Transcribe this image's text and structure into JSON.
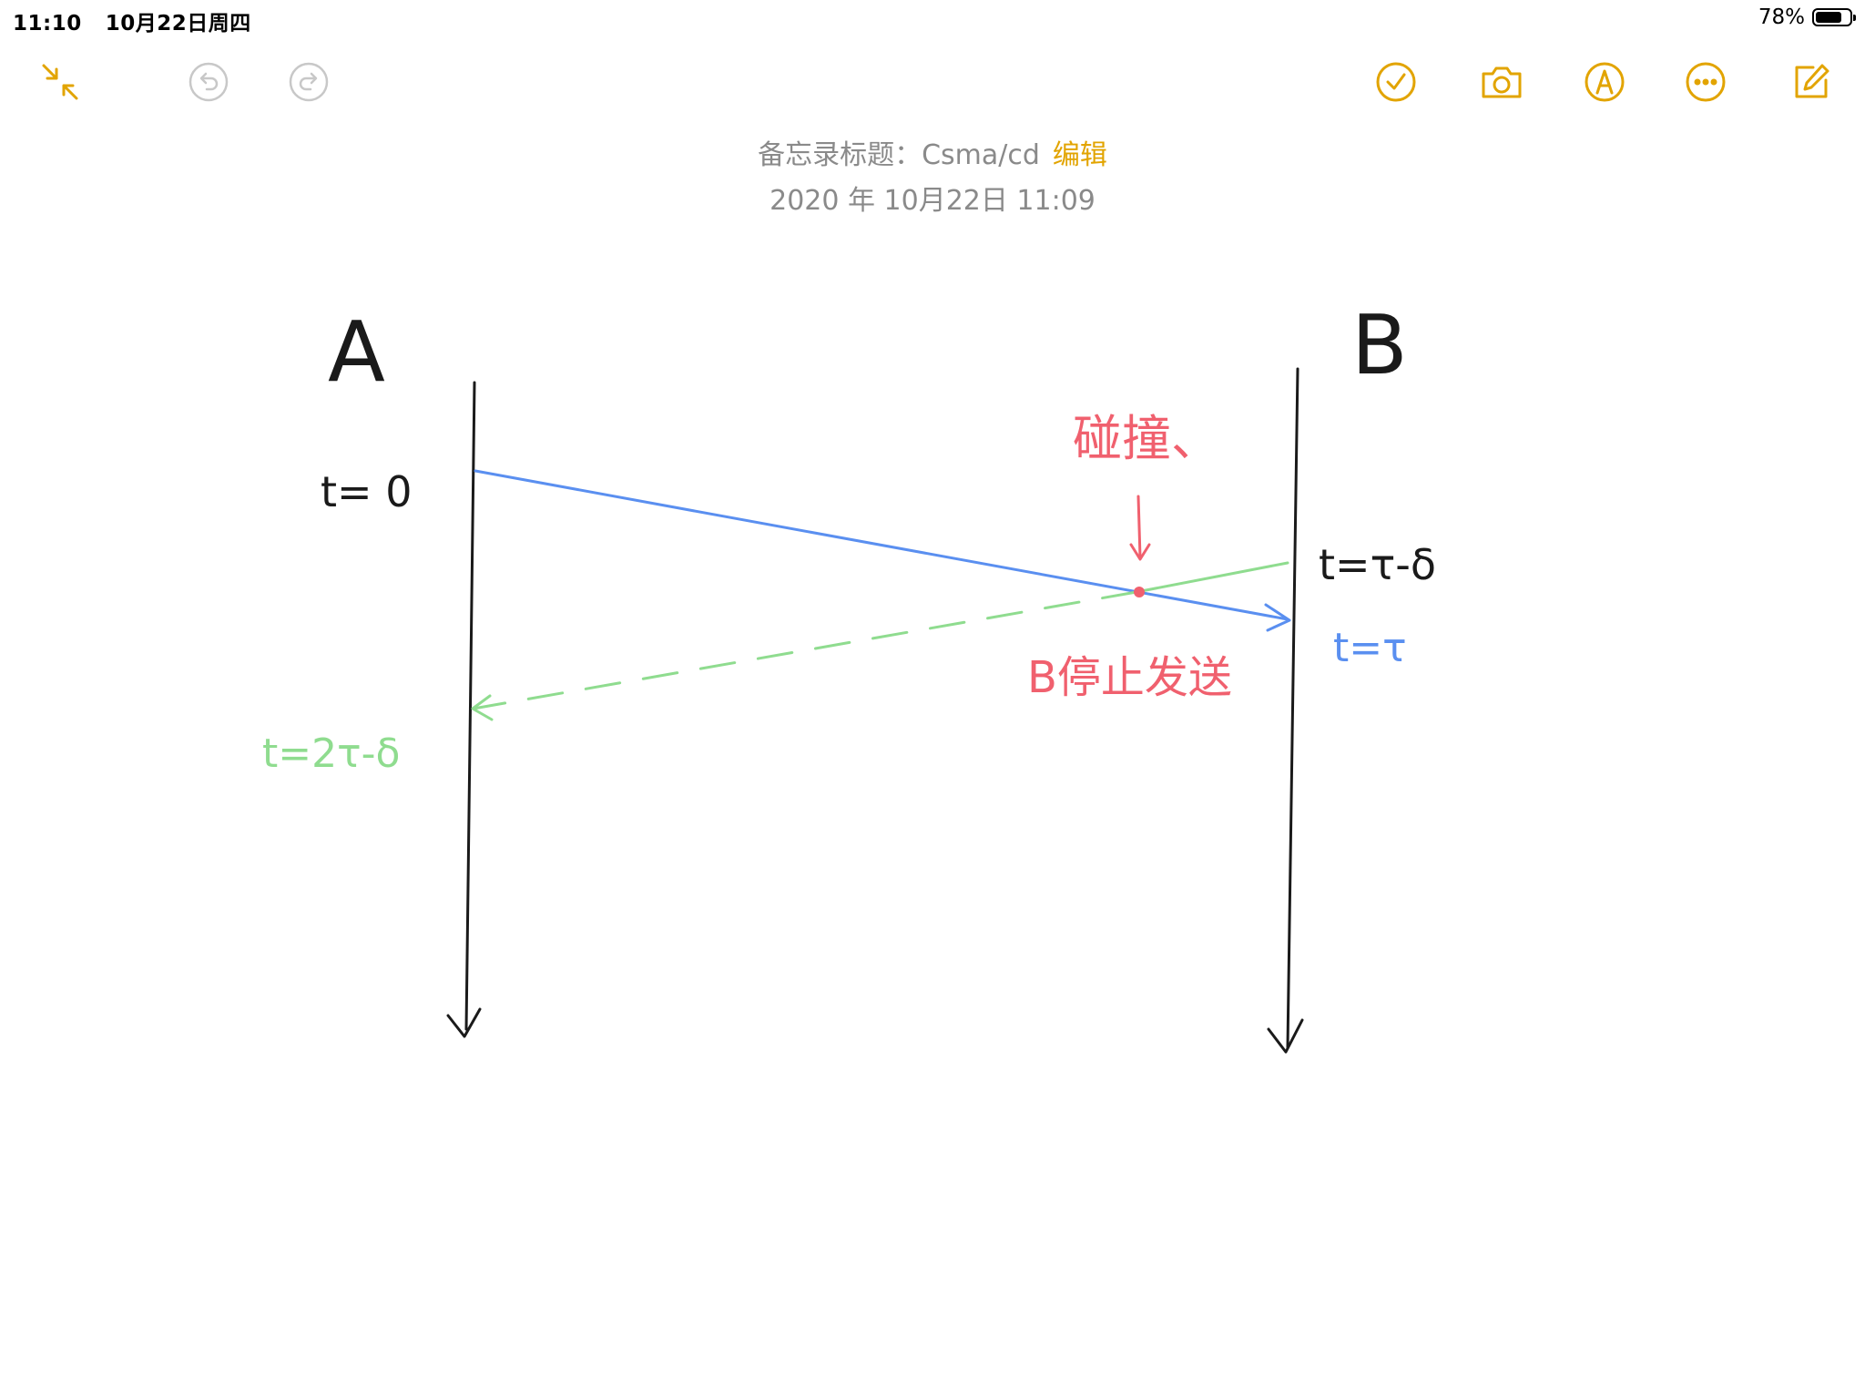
{
  "status_bar": {
    "time": "11:10",
    "date": "10月22日周四",
    "battery_text": "78%",
    "battery_level": 0.78
  },
  "toolbar": {
    "accent_color": "#e2a400",
    "disabled_color": "#c8c8c8",
    "left_buttons": [
      {
        "icon": "collapse-arrows-icon"
      },
      {
        "icon": "undo-icon"
      },
      {
        "icon": "redo-icon"
      }
    ],
    "right_buttons": [
      {
        "icon": "checklist-icon"
      },
      {
        "icon": "camera-icon"
      },
      {
        "icon": "markup-pen-icon"
      },
      {
        "icon": "more-icon"
      },
      {
        "icon": "compose-icon"
      }
    ]
  },
  "note": {
    "title_text": "备忘录标题：Csma/cd",
    "edit_label": "编辑",
    "date_text": "2020 年 10月22日 11:09"
  },
  "drawing": {
    "ink_colors": {
      "black": "#1a1a1a",
      "blue": "#5a8ff0",
      "green": "#8fdc8f",
      "red": "#f0606e"
    },
    "labels": {
      "station_a": "A",
      "station_b": "B",
      "t_zero": "t= 0",
      "t_tau_minus_delta": "t=τ-δ",
      "t_tau": "t=τ",
      "t_2tau_minus_delta": "t=2τ-δ",
      "collision": "碰撞、",
      "b_stop": "B停止发送"
    }
  }
}
